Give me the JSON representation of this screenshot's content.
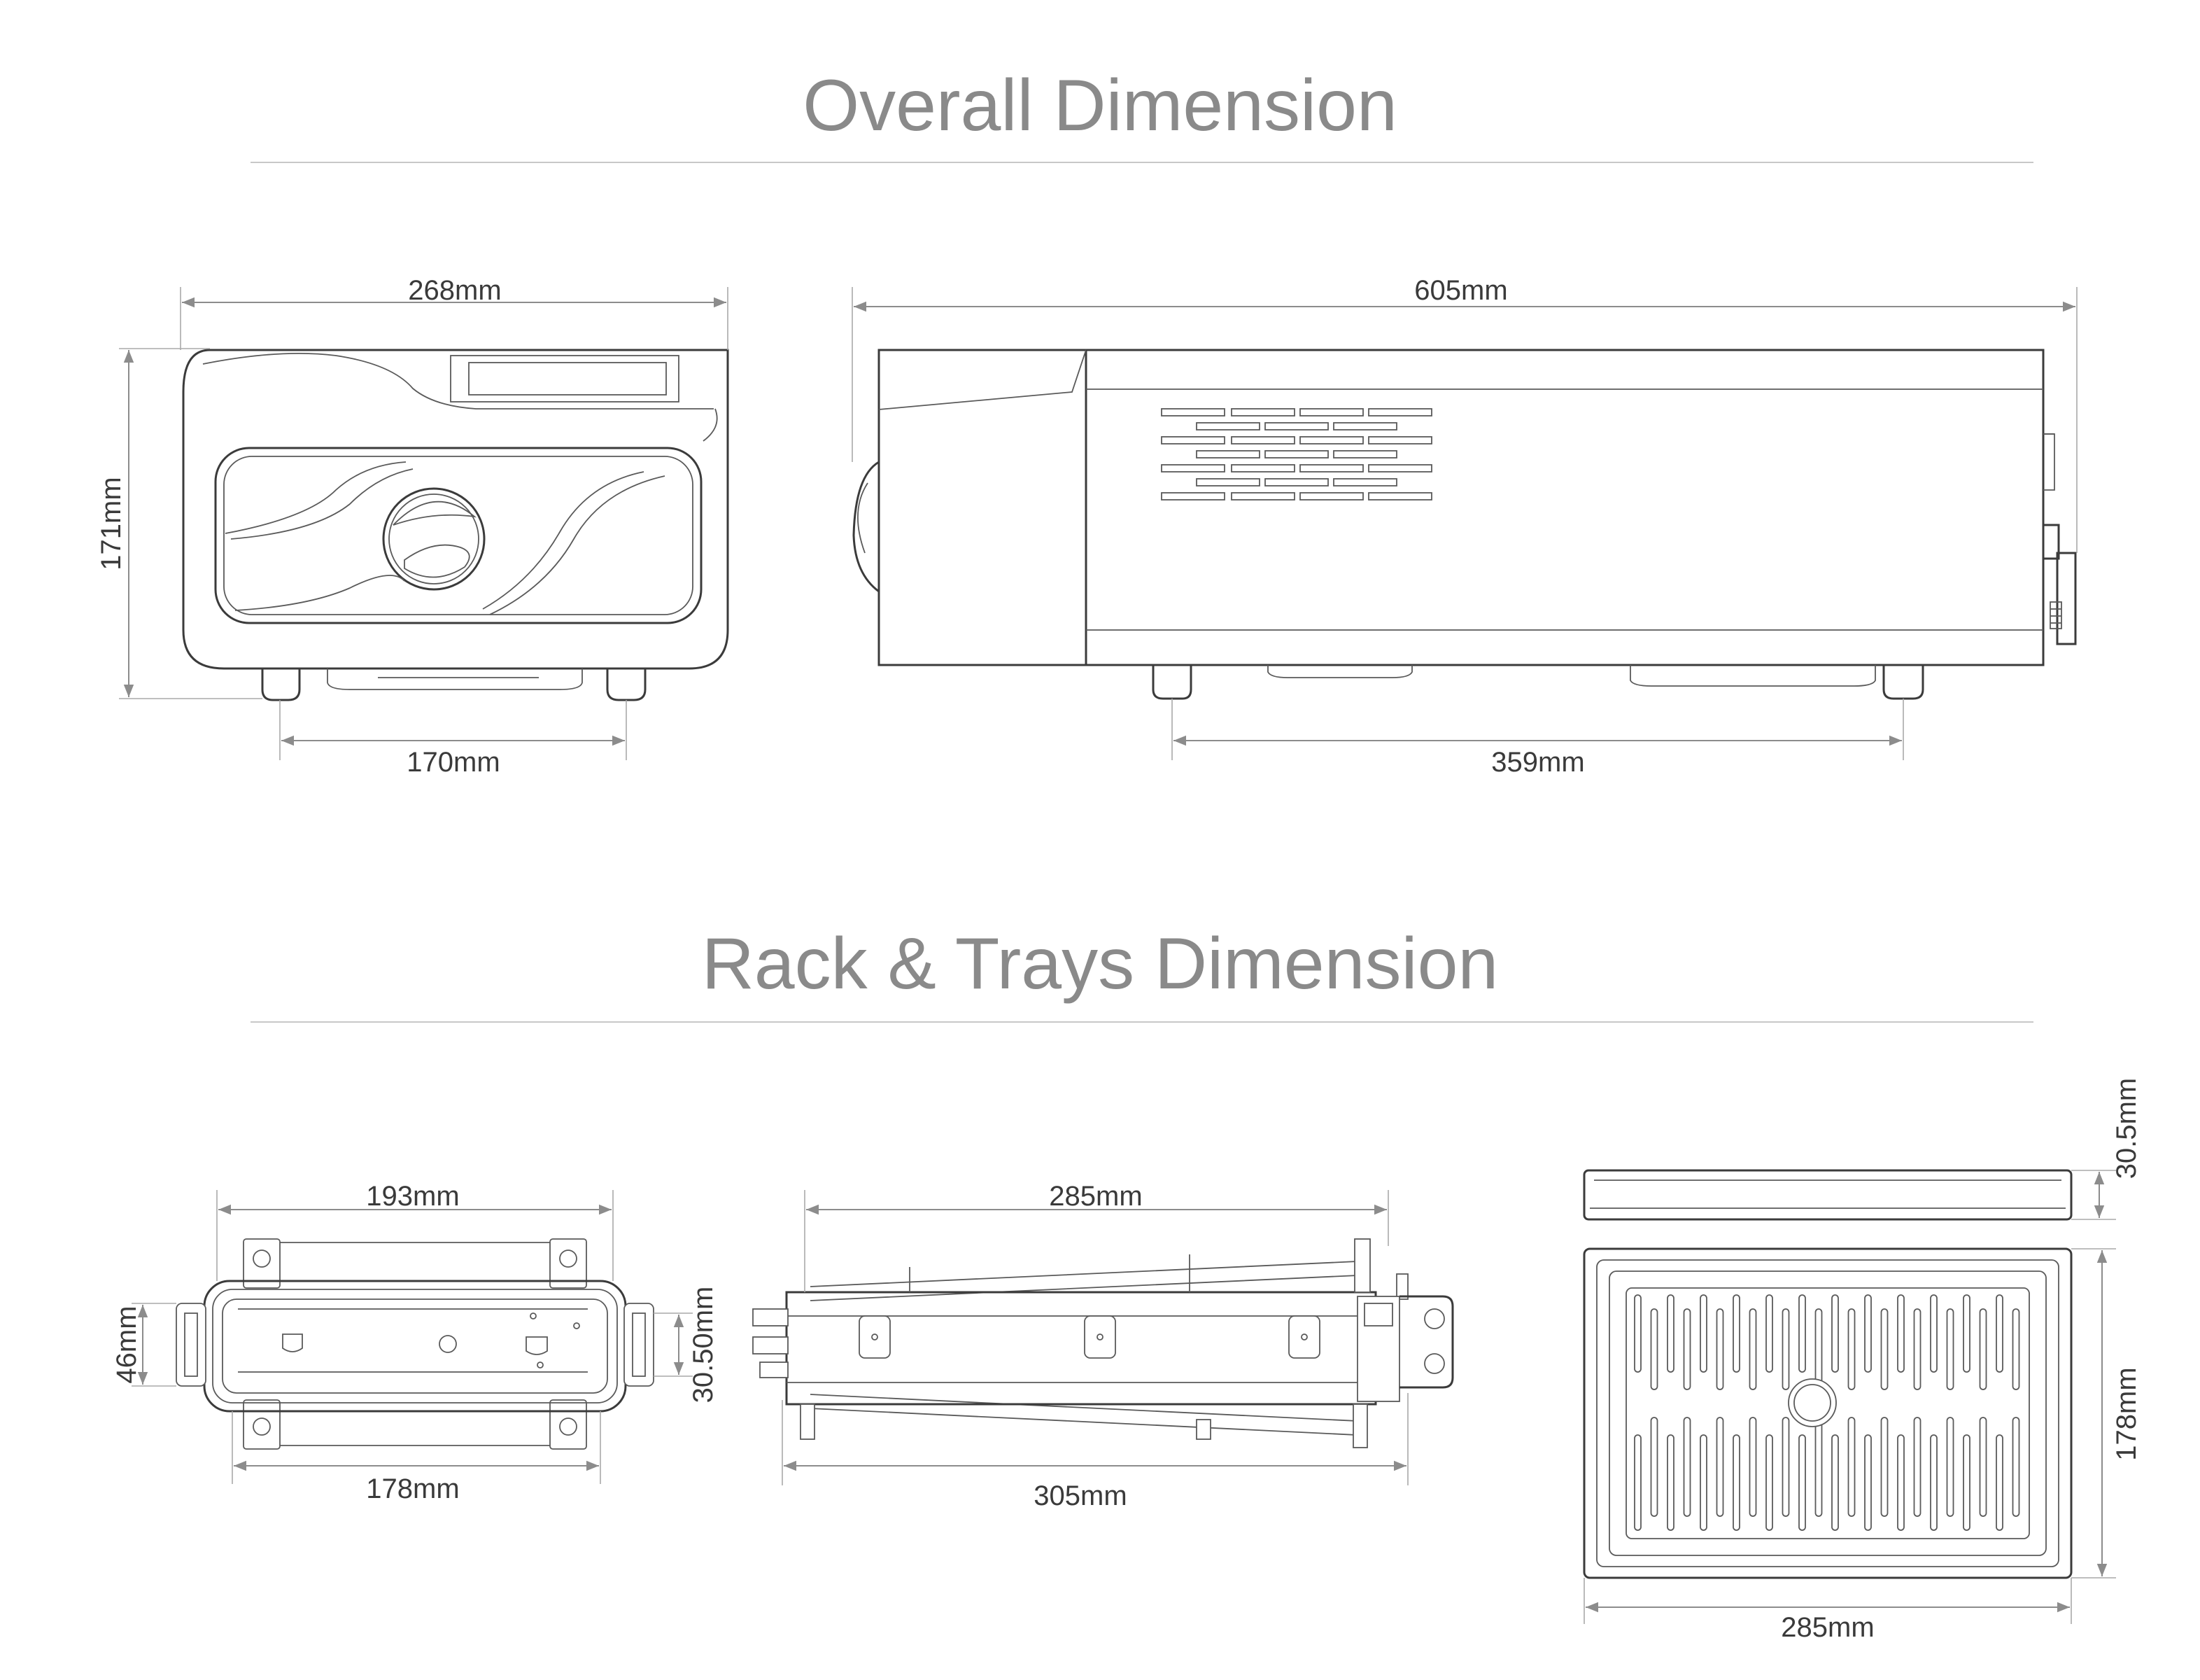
{
  "sections": {
    "overall": {
      "title": "Overall Dimension"
    },
    "rack": {
      "title": "Rack & Trays Dimension"
    }
  },
  "dimensions": {
    "front_width": "268mm",
    "front_height": "171mm",
    "front_feet": "170mm",
    "side_length": "605mm",
    "side_feet": "359mm",
    "rack_top_width": "193mm",
    "rack_bottom_width": "178mm",
    "rack_height_left": "46mm",
    "rack_height_right": "30.50mm",
    "rack_side_top": "285mm",
    "rack_side_bottom": "305mm",
    "tray_height": "30.5mm",
    "tray_depth": "178mm",
    "tray_width": "285mm"
  },
  "colors": {
    "heading": "#8a8a8a",
    "line": "#3b3b3b",
    "dimension": "#8c8c8c"
  }
}
